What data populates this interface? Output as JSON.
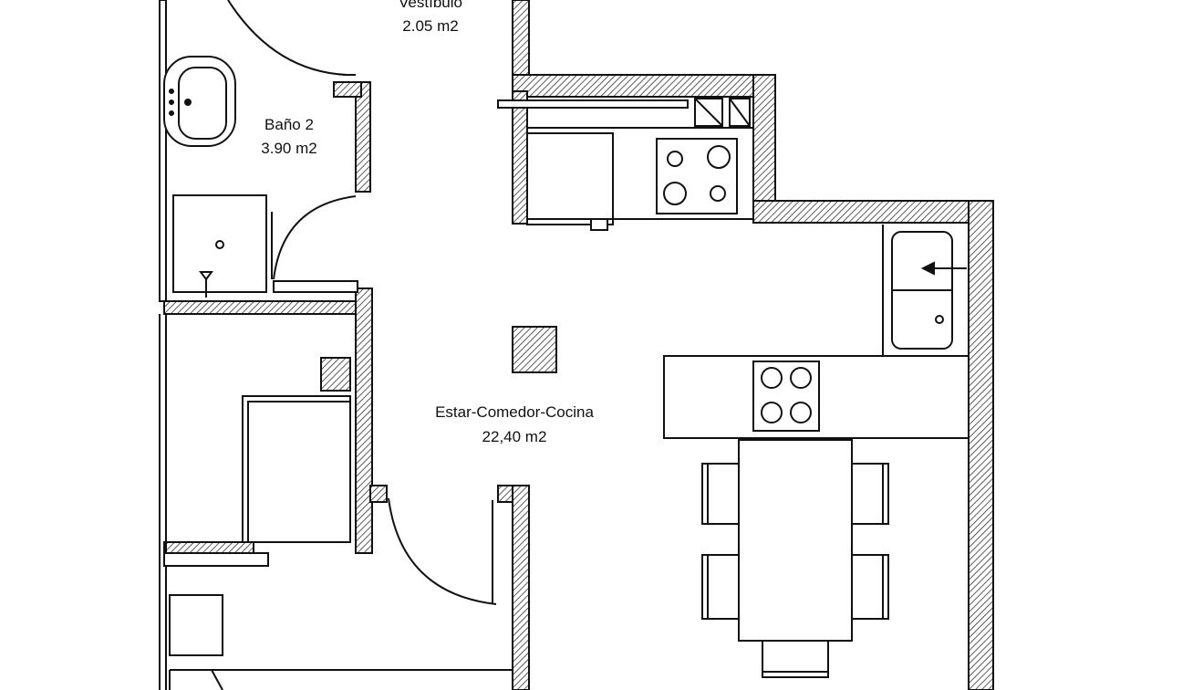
{
  "rooms": {
    "vestibulo": {
      "name": "Vestíbulo",
      "area": "2.05 m2"
    },
    "bano2": {
      "name": "Baño 2",
      "area": "3.90 m2"
    },
    "estar": {
      "name": "Estar-Comedor-Cocina",
      "area": "22,40 m2"
    }
  },
  "colors": {
    "ink": "#111111",
    "paper": "#ffffff",
    "hatch": "#333333"
  }
}
